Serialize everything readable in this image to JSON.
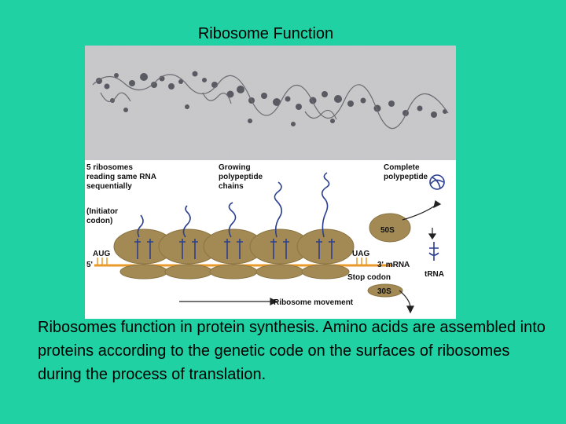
{
  "slide": {
    "title": "Ribosome Function",
    "caption": "Ribosomes function in protein synthesis. Amino acids are assembled into proteins according to the genetic code on the surfaces of ribosomes during the process of translation."
  },
  "figure": {
    "labels": {
      "ribosomes_line1": "5 ribosomes",
      "ribosomes_line2": "reading same RNA",
      "ribosomes_line3": "sequentially",
      "growing_line1": "Growing",
      "growing_line2": "polypeptide",
      "growing_line3": "chains",
      "complete_line1": "Complete",
      "complete_line2": "polypeptide",
      "initiator_line1": "(Initiator",
      "initiator_line2": "codon)",
      "aug": "AUG",
      "five_prime": "5'",
      "uag": "UAG",
      "three_prime_mrna": "3' mRNA",
      "stop_codon": "Stop codon",
      "trna": "tRNA",
      "subunit_50s": "50S",
      "subunit_30s": "30S",
      "ribosome_movement": "Ribosome movement"
    }
  }
}
